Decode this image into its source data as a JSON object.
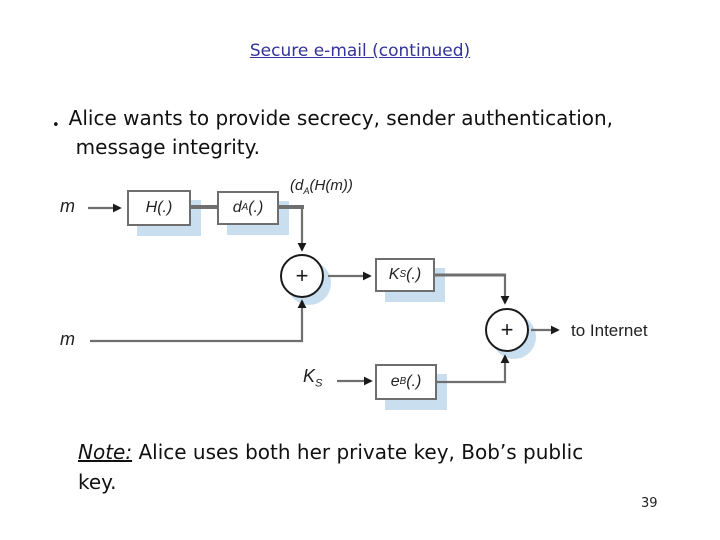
{
  "slide": {
    "title": "Secure e-mail (continued)",
    "bullet_marker": "•",
    "bullet_lines": [
      "Alice wants to provide secrecy, sender authentication,",
      "message integrity."
    ],
    "note": {
      "label": "Note:",
      "line1": " Alice uses both her private key, Bob’s public",
      "line2": "key."
    },
    "page_number": "39"
  },
  "diagram": {
    "m_top_label": "m",
    "m_bottom_label": "m",
    "hash_box": {
      "base": "H",
      "rest": "(.)"
    },
    "sign_box": {
      "base": "d",
      "sub": "A",
      "rest": "(.)"
    },
    "signed_label": {
      "pre": "(d",
      "sub": "A",
      "rest": "(H(m))"
    },
    "session_key_box": {
      "base": "K",
      "sub": "S",
      "rest": "(.)"
    },
    "public_key_box": {
      "base": "e",
      "sub": "B",
      "rest": "(.)"
    },
    "session_key_label": {
      "base": "K",
      "sub": "S"
    },
    "adder1_symbol": "+",
    "adder2_symbol": "+",
    "output_label": "to Internet"
  },
  "colors": {
    "title": "#333399",
    "ink": "#1a1a1a",
    "line": "#6f6f6f",
    "box-border": "#6e6e6e",
    "shadow": "#c9dfef"
  }
}
